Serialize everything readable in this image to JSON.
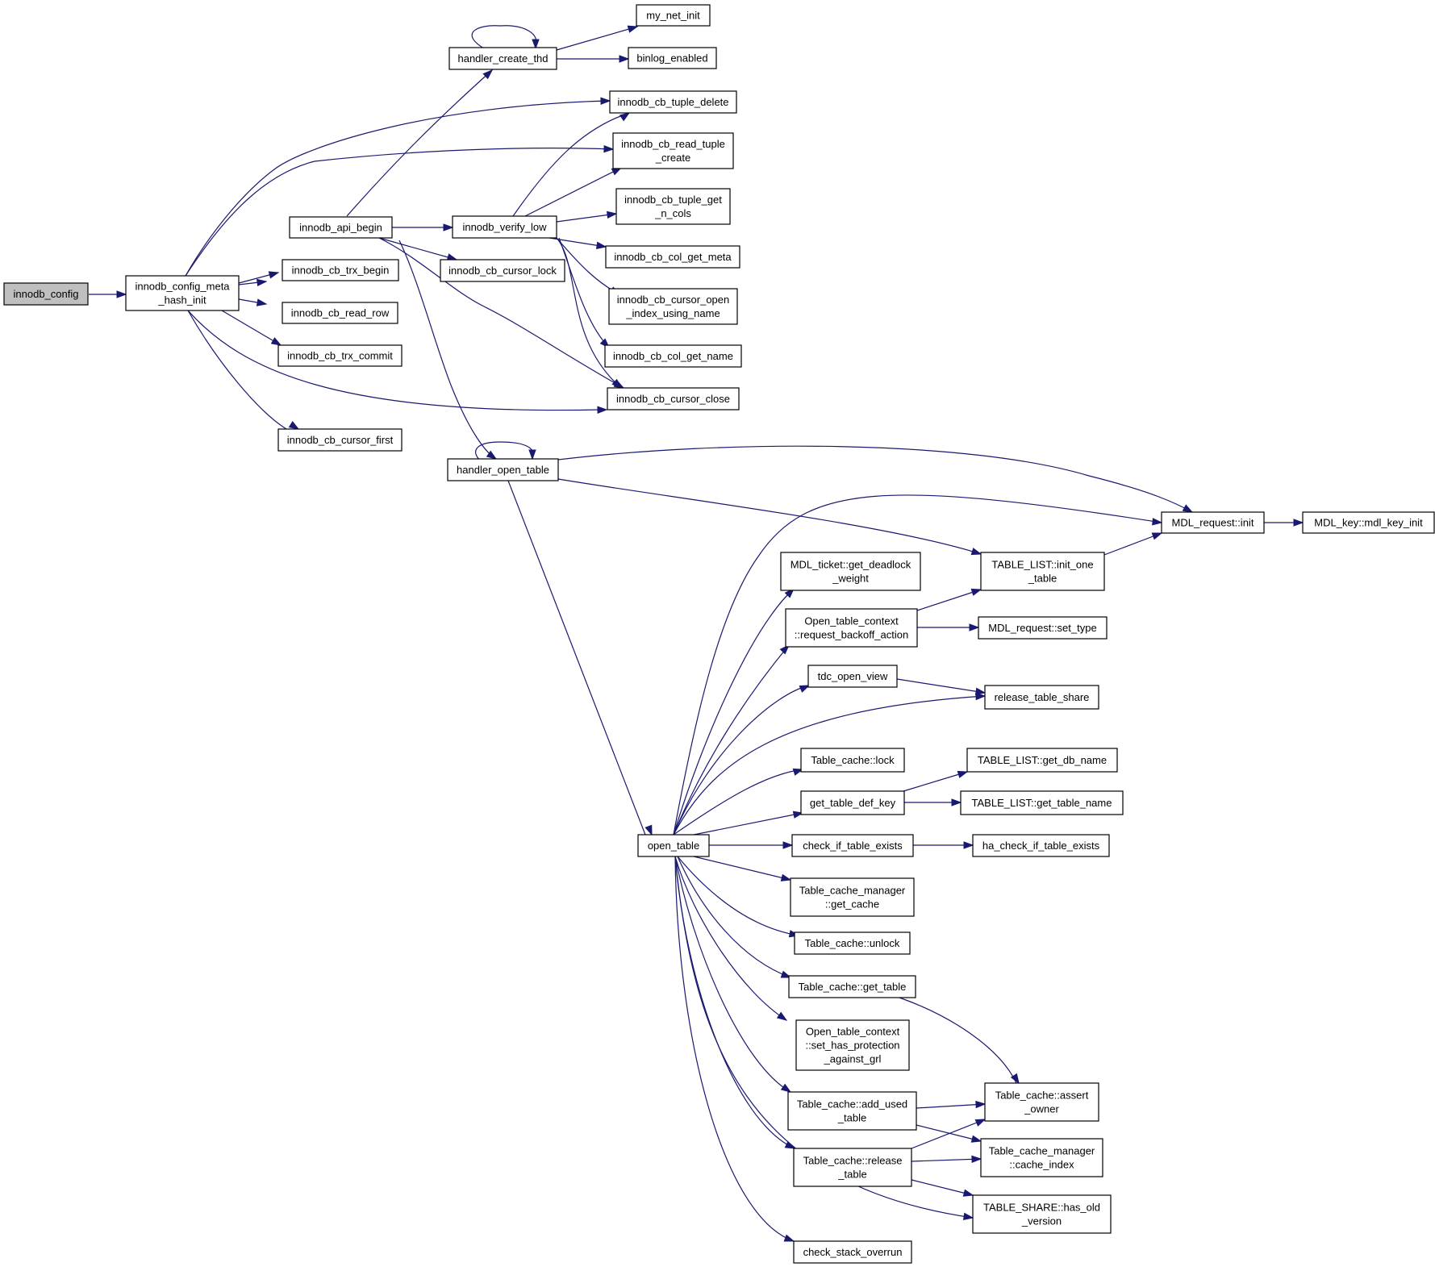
{
  "colors": {
    "edge": "#191970",
    "node_border": "#000000",
    "root_fill": "#bfbfbf",
    "node_fill": "#ffffff"
  },
  "nodes": [
    {
      "id": "innodb_config",
      "lines": [
        "innodb_config"
      ],
      "root": true
    },
    {
      "id": "meta_hash_init",
      "lines": [
        "innodb_config_meta",
        "_hash_init"
      ]
    },
    {
      "id": "api_begin",
      "lines": [
        "innodb_api_begin"
      ]
    },
    {
      "id": "trx_begin",
      "lines": [
        "innodb_cb_trx_begin"
      ]
    },
    {
      "id": "read_row",
      "lines": [
        "innodb_cb_read_row"
      ]
    },
    {
      "id": "trx_commit",
      "lines": [
        "innodb_cb_trx_commit"
      ]
    },
    {
      "id": "cursor_first",
      "lines": [
        "innodb_cb_cursor_first"
      ]
    },
    {
      "id": "handler_create_thd",
      "lines": [
        "handler_create_thd"
      ]
    },
    {
      "id": "verify_low",
      "lines": [
        "innodb_verify_low"
      ]
    },
    {
      "id": "cursor_lock",
      "lines": [
        "innodb_cb_cursor_lock"
      ]
    },
    {
      "id": "handler_open_table",
      "lines": [
        "handler_open_table"
      ]
    },
    {
      "id": "my_net_init",
      "lines": [
        "my_net_init"
      ]
    },
    {
      "id": "binlog_enabled",
      "lines": [
        "binlog_enabled"
      ]
    },
    {
      "id": "tuple_delete",
      "lines": [
        "innodb_cb_tuple_delete"
      ]
    },
    {
      "id": "read_tuple_create",
      "lines": [
        "innodb_cb_read_tuple",
        "_create"
      ]
    },
    {
      "id": "tuple_get_n_cols",
      "lines": [
        "innodb_cb_tuple_get",
        "_n_cols"
      ]
    },
    {
      "id": "col_get_meta",
      "lines": [
        "innodb_cb_col_get_meta"
      ]
    },
    {
      "id": "cursor_open_index",
      "lines": [
        "innodb_cb_cursor_open",
        "_index_using_name"
      ]
    },
    {
      "id": "col_get_name",
      "lines": [
        "innodb_cb_col_get_name"
      ]
    },
    {
      "id": "cursor_close",
      "lines": [
        "innodb_cb_cursor_close"
      ]
    },
    {
      "id": "mdl_request_init",
      "lines": [
        "MDL_request::init"
      ]
    },
    {
      "id": "mdl_key_init",
      "lines": [
        "MDL_key::mdl_key_init"
      ]
    },
    {
      "id": "open_table",
      "lines": [
        "open_table"
      ]
    },
    {
      "id": "mdl_ticket_deadlock",
      "lines": [
        "MDL_ticket::get_deadlock",
        "_weight"
      ]
    },
    {
      "id": "table_list_init",
      "lines": [
        "TABLE_LIST::init_one",
        "_table"
      ]
    },
    {
      "id": "otc_backoff",
      "lines": [
        "Open_table_context",
        "::request_backoff_action"
      ]
    },
    {
      "id": "mdl_set_type",
      "lines": [
        "MDL_request::set_type"
      ]
    },
    {
      "id": "tdc_open_view",
      "lines": [
        "tdc_open_view"
      ]
    },
    {
      "id": "release_table_share",
      "lines": [
        "release_table_share"
      ]
    },
    {
      "id": "tc_lock",
      "lines": [
        "Table_cache::lock"
      ]
    },
    {
      "id": "get_db_name",
      "lines": [
        "TABLE_LIST::get_db_name"
      ]
    },
    {
      "id": "get_table_def_key",
      "lines": [
        "get_table_def_key"
      ]
    },
    {
      "id": "get_table_name",
      "lines": [
        "TABLE_LIST::get_table_name"
      ]
    },
    {
      "id": "check_if_table_exists",
      "lines": [
        "check_if_table_exists"
      ]
    },
    {
      "id": "ha_check_if_table_exists",
      "lines": [
        "ha_check_if_table_exists"
      ]
    },
    {
      "id": "tcm_get_cache",
      "lines": [
        "Table_cache_manager",
        "::get_cache"
      ]
    },
    {
      "id": "tc_unlock",
      "lines": [
        "Table_cache::unlock"
      ]
    },
    {
      "id": "tc_get_table",
      "lines": [
        "Table_cache::get_table"
      ]
    },
    {
      "id": "otc_protection",
      "lines": [
        "Open_table_context",
        "::set_has_protection",
        "_against_grl"
      ]
    },
    {
      "id": "tc_add_used",
      "lines": [
        "Table_cache::add_used",
        "_table"
      ]
    },
    {
      "id": "tc_assert_owner",
      "lines": [
        "Table_cache::assert",
        "_owner"
      ]
    },
    {
      "id": "tc_release_table",
      "lines": [
        "Table_cache::release",
        "_table"
      ]
    },
    {
      "id": "tcm_cache_index",
      "lines": [
        "Table_cache_manager",
        "::cache_index"
      ]
    },
    {
      "id": "ts_has_old_version",
      "lines": [
        "TABLE_SHARE::has_old",
        "_version"
      ]
    },
    {
      "id": "check_stack_overrun",
      "lines": [
        "check_stack_overrun"
      ]
    }
  ]
}
